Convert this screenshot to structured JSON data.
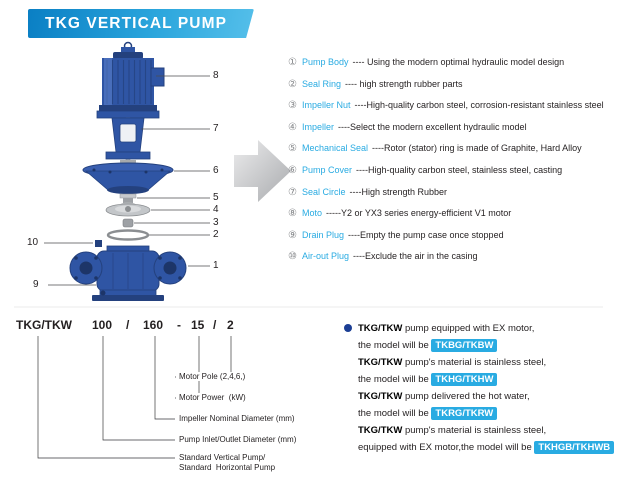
{
  "header": {
    "title": "TKG VERTICAL PUMP"
  },
  "diagram": {
    "callouts": [
      "8",
      "7",
      "6",
      "5",
      "4",
      "3",
      "2",
      "1",
      "10",
      "9"
    ]
  },
  "parts": [
    {
      "num": "①",
      "name": "Pump Body",
      "desc": "---- Using the modern optimal hydraulic model design"
    },
    {
      "num": "②",
      "name": "Seal Ring",
      "desc": "---- high strength rubber parts"
    },
    {
      "num": "③",
      "name": "Impeller Nut",
      "desc": "----High-quality carbon steel, corrosion-resistant stainless steel"
    },
    {
      "num": "④",
      "name": "Impeller",
      "desc": "----Select the modern excellent hydraulic model"
    },
    {
      "num": "⑤",
      "name": "Mechanical Seal",
      "desc": "----Rotor (stator) ring is made of Graphite, Hard Alloy"
    },
    {
      "num": "⑥",
      "name": "Pump Cover",
      "desc": "----High-quality carbon steel, stainless steel, casting"
    },
    {
      "num": "⑦",
      "name": "Seal Circle",
      "desc": "----High strength Rubber"
    },
    {
      "num": "⑧",
      "name": "Moto",
      "desc": "-----Y2 or YX3 series energy-efficient V1 motor"
    },
    {
      "num": "⑨",
      "name": "Drain Plug",
      "desc": "----Empty the pump case once stopped"
    },
    {
      "num": "⑩",
      "name": "Air-out Plug",
      "desc": "----Exclude the air in the casing"
    }
  ],
  "model_code": {
    "segments": [
      "TKG/TKW",
      "100",
      "/",
      "160",
      "-",
      "15",
      "/",
      "2"
    ],
    "labels": [
      "Motor Pole (2,4,6,)",
      "Motor Power  (kW)",
      "Impeller Nominal Diameter (mm)",
      "Pump Inlet/Outlet Diameter (mm)",
      "Standard Vertical Pump/",
      "Standard  Horizontal Pump"
    ]
  },
  "notes": [
    {
      "bold": "TKG/TKW",
      "line1": " pump equipped with EX motor,",
      "line2": "the model will be ",
      "model": "TKBG/TKBW"
    },
    {
      "bold": "TKG/TKW",
      "line1": " pump's material is stainless steel,",
      "line2": "the model will be ",
      "model": "TKHG/TKHW"
    },
    {
      "bold": "TKG/TKW",
      "line1": " pump delivered the hot water,",
      "line2": "the model will be ",
      "model": "TKRG/TKRW"
    },
    {
      "bold": "TKG/TKW",
      "line1": " pump's material is stainless steel,",
      "line2": "equipped with EX motor,the model will be ",
      "model": "TKHGB/TKHWB"
    }
  ],
  "icons": {
    "flow_arrow": "right-arrow",
    "bullet": "dot"
  },
  "colors": {
    "banner_start": "#0a7fc4",
    "banner_end": "#55bfea",
    "accent_blue": "#29abe2",
    "pump_blue": "#2f55a4",
    "pump_dark": "#24417e",
    "note_bullet": "#1b3e94",
    "text": "#231f20"
  }
}
